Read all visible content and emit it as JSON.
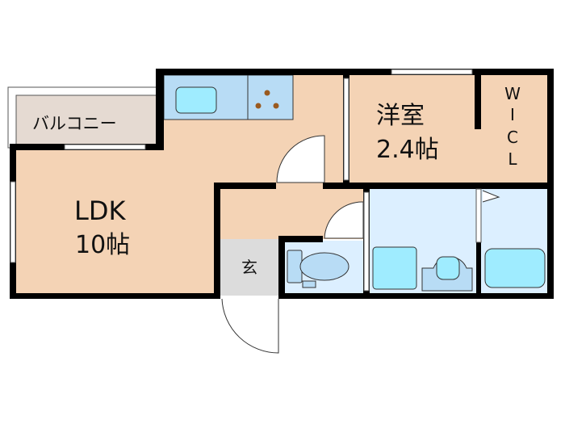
{
  "floor_plan": {
    "rooms": {
      "balcony": {
        "label": "バルコニー"
      },
      "ldk": {
        "label": "LDK",
        "size": "10帖"
      },
      "western_room": {
        "label": "洋室",
        "size": "2.4帖"
      },
      "wic": {
        "letters": [
          "W",
          "I",
          "C",
          "L"
        ]
      },
      "genkan": {
        "label": "玄"
      }
    },
    "colors": {
      "wall": "#000000",
      "living_floor": "#f4d3b5",
      "balcony_floor": "#e5dad2",
      "genkan_floor": "#dcdcdc",
      "wet_area_floor": "#dcefff",
      "kitchen_counter": "#b8dcf5",
      "fixture": "#9fecff",
      "stove_burner": "#9a5a1f"
    }
  }
}
